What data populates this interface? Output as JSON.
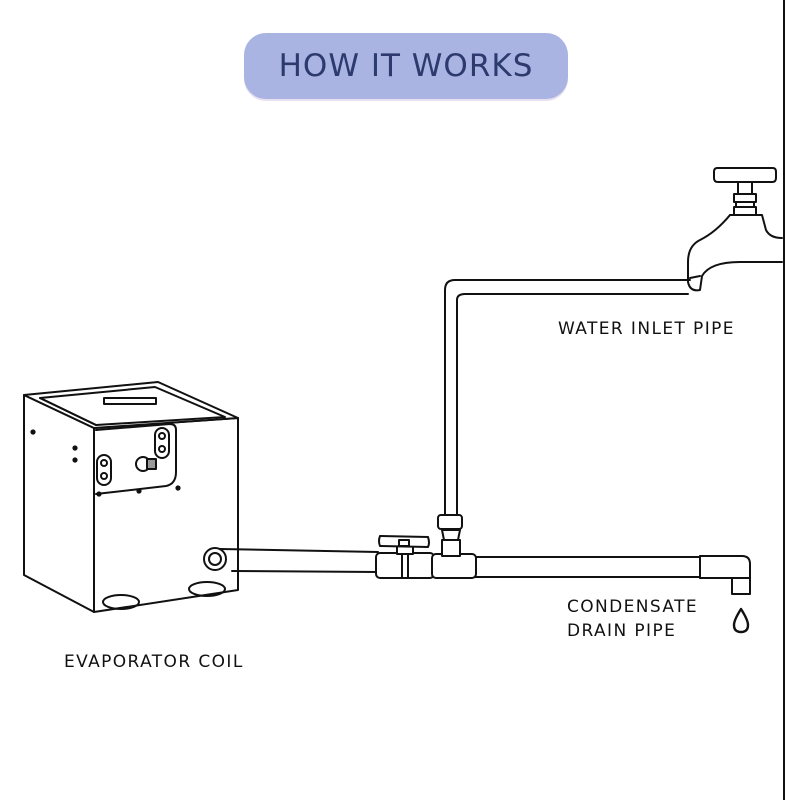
{
  "title": "HOW IT WORKS",
  "colors": {
    "pill_bg": "#a9b4e2",
    "pill_text": "#2d3a6e",
    "stroke": "#111111"
  },
  "labels": {
    "evaporator": "EVAPORATOR COIL",
    "water_inlet": "WATER INLET PIPE",
    "drain_line1": "CONDENSATE",
    "drain_line2": "DRAIN PIPE"
  },
  "icons": [
    "evaporator-coil-unit-icon",
    "faucet-icon",
    "ball-valve-icon",
    "drain-elbow-icon",
    "water-drop-icon"
  ]
}
